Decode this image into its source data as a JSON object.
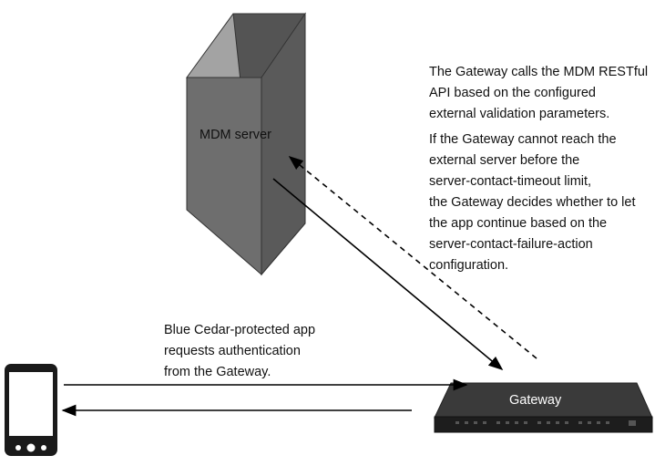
{
  "mdm_server": {
    "label": "MDM server"
  },
  "gateway": {
    "label": "Gateway"
  },
  "annotations": {
    "mdm_call": [
      "The Gateway calls the MDM RESTful",
      "API based on the configured",
      "external validation parameters."
    ],
    "failure": [
      "If the Gateway cannot reach the",
      "external server before the",
      "server-contact-timeout limit,",
      "the Gateway decides whether to let",
      "the app continue based on the",
      "server-contact-failure-action",
      "configuration."
    ],
    "app_request": [
      "Blue Cedar-protected app",
      "requests authentication",
      "from the Gateway."
    ]
  },
  "colors": {
    "server_front": "#6e6e6e",
    "server_side": "#545454",
    "server_top": "#a3a3a3",
    "gateway_body": "#2e2e2e",
    "phone_body": "#1a1a1a"
  },
  "icons": [
    "mdm-server-shape",
    "gateway-appliance-shape",
    "mobile-phone-icon"
  ]
}
